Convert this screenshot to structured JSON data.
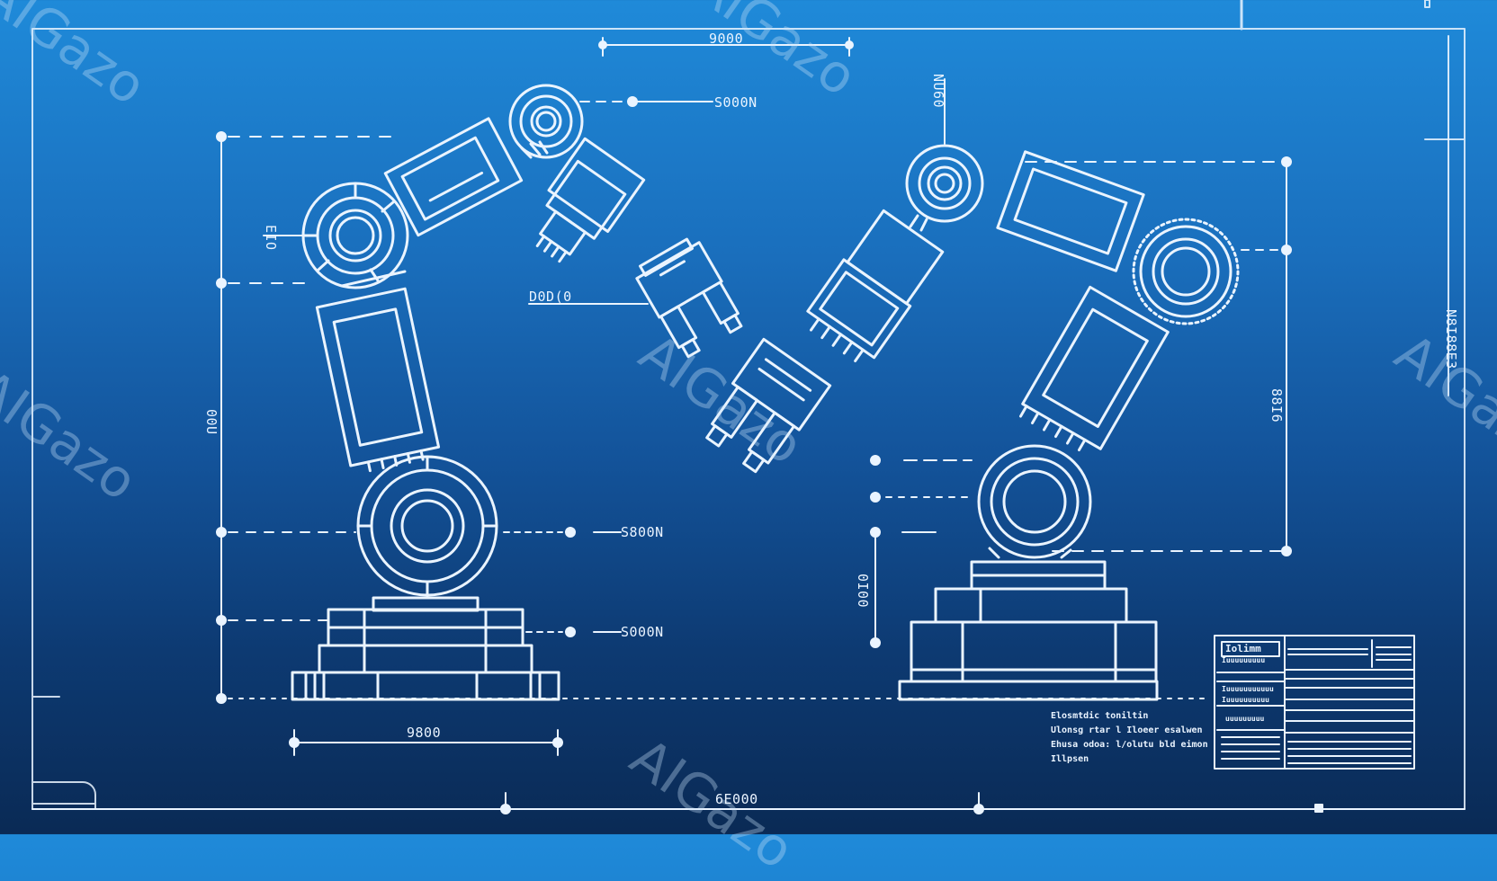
{
  "drawing": {
    "subject": "Two industrial robotic arms blueprint",
    "colors": {
      "background_top": "#1f8ad9",
      "background_bottom": "#0a2a55",
      "line": "#eaf4ff"
    }
  },
  "dimensions": {
    "top_width": "9000",
    "left_top_force": "S000N",
    "left_shoulder": "EIO",
    "left_gripper": "D0D(0",
    "left_height": "00U",
    "left_base_force_upper": "S800N",
    "left_base_force_lower": "S000N",
    "left_base_width": "9800",
    "bottom_total": "6E000",
    "right_top": "NU60",
    "right_side": "N8I88E3",
    "right_arm_height": "88I6",
    "right_base_height": "0I00"
  },
  "notes": {
    "line1": "Elosmtdic toniltin",
    "line2": "Ulonsg rtar l Iloeer  esalwen",
    "line3": "Ehusa odoa: l/olutu bld eimon",
    "line4": "Illpsen"
  },
  "title_block": {
    "heading": "Iolimm",
    "rows": [
      "Iuuuuuuuuu",
      "Iuuuuuuuuuuu",
      "Iuuuuuuuuuu",
      "uuuuuuuuu"
    ]
  },
  "watermarks": [
    "AIGazo",
    "AIGazo",
    "AIGazo",
    "AIGazo",
    "AIGazo",
    "AIGazo"
  ]
}
